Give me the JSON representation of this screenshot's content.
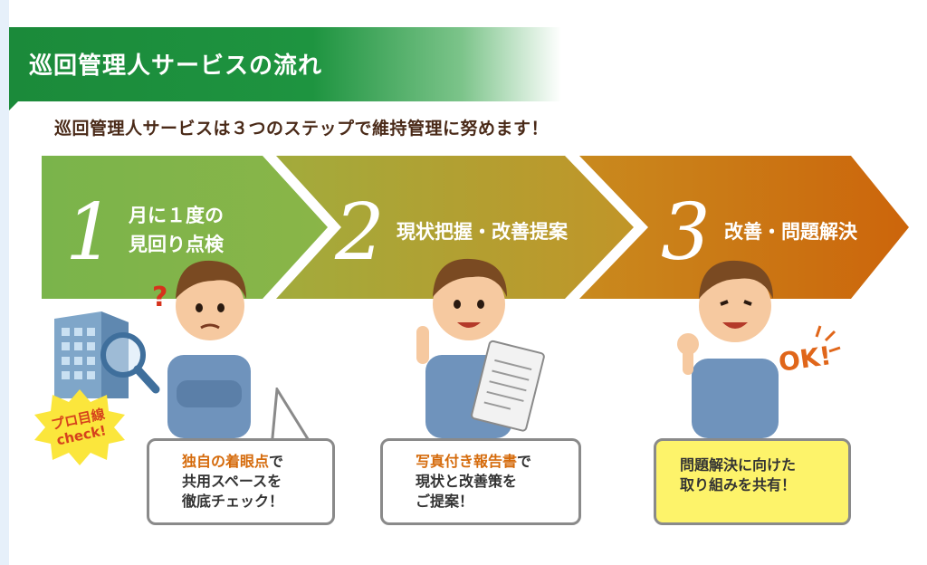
{
  "header": {
    "title": "巡回管理人サービスの流れ"
  },
  "subtitle": "巡回管理人サービスは３つのステップで維持管理に努めます！",
  "steps": [
    {
      "number": "1",
      "line1": "月に１度の",
      "line2": "見回り点検"
    },
    {
      "number": "2",
      "line1": "現状把握・改善提案"
    },
    {
      "number": "3",
      "line1": "改善・問題解決"
    }
  ],
  "bubbles": [
    {
      "highlight": "独自の着眼点",
      "rest1": "で",
      "line2": "共用スペースを",
      "line3": "徹底チェック！"
    },
    {
      "highlight": "写真付き報告書",
      "rest1": "で",
      "line2": "現状と改善策を",
      "line3": "ご提案！"
    },
    {
      "line1": "問題解決に向けた",
      "line2": "取り組みを共有！"
    }
  ],
  "badge": {
    "line1": "プロ目線",
    "line2": "check!"
  },
  "ok_label": "OK!",
  "question_mark": "?",
  "colors": {
    "header_green": "#1b8a3a",
    "step1": "#7fb24a",
    "step2": "#b99a2e",
    "step3": "#cc6a0c",
    "highlight": "#d56b0c",
    "bubble_yellow": "#fdf36a"
  }
}
